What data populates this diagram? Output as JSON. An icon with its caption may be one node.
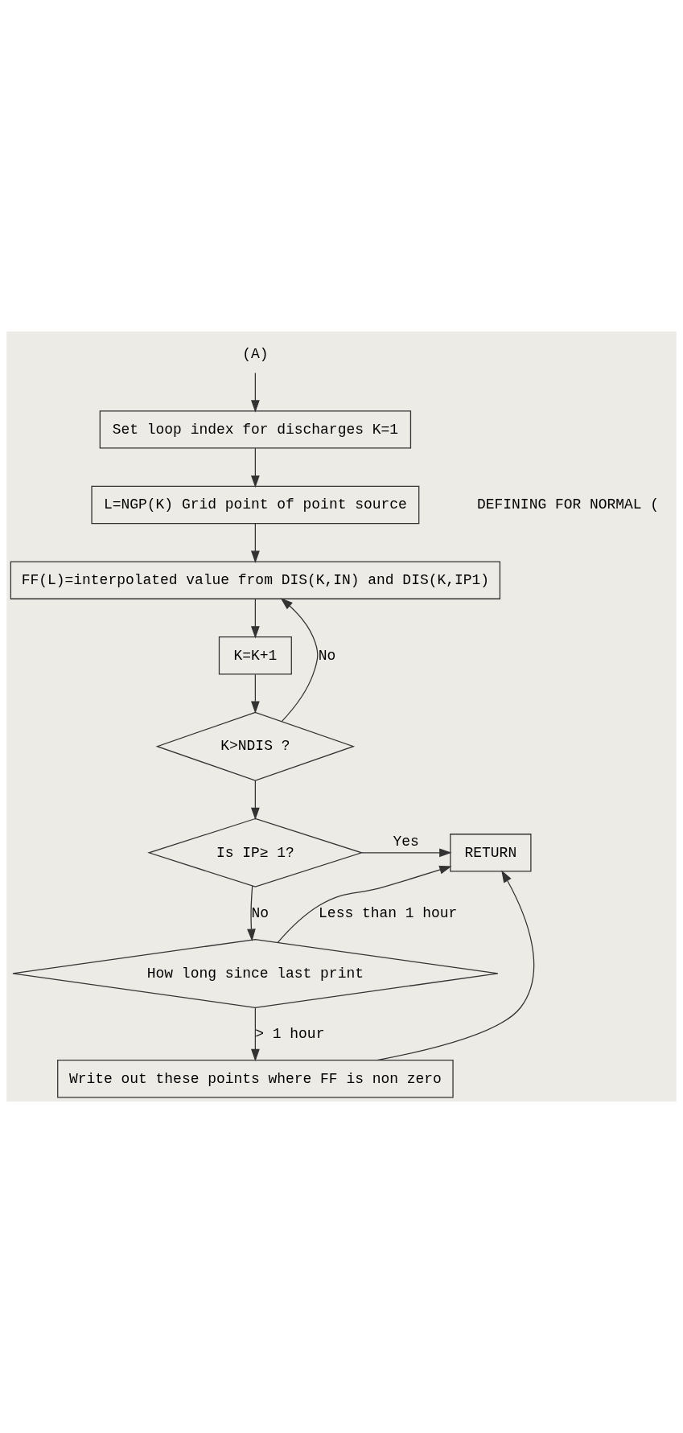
{
  "diagram": {
    "nodes": [
      {
        "text": [
          "(A)"
        ]
      },
      {
        "text": [
          "Set loop index for discharges K=1"
        ]
      },
      {
        "text": [
          "L=NGP(K) Grid point of point source"
        ]
      },
      {
        "text": [
          "FF(L)=interpolated value from DIS(K,IN) and DIS(K,IP1)"
        ]
      },
      {
        "text": [
          "K=K+1"
        ]
      },
      {
        "text": [
          "K>NDIS ?"
        ]
      },
      {
        "text": [
          "Is IP≥ 1?"
        ]
      },
      {
        "text": [
          "RETURN"
        ]
      },
      {
        "text": [
          "How long since last print"
        ]
      },
      {
        "text": [
          "Write out these points where FF is non zero"
        ]
      }
    ],
    "edges": [
      {
        "from": 0,
        "to": 1,
        "arrow": "to"
      },
      {
        "from": 1,
        "to": 2,
        "arrow": "to"
      },
      {
        "from": 2,
        "to": 3,
        "arrow": "to"
      },
      {
        "from": 3,
        "to": 4,
        "arrow": "to"
      },
      {
        "from": 4,
        "to": 5,
        "arrow": "to"
      },
      {
        "from": 5,
        "to": 3,
        "arrow": "to",
        "label": "No"
      },
      {
        "from": 5,
        "to": 6,
        "arrow": "to"
      },
      {
        "from": 6,
        "to": 7,
        "arrow": "to",
        "label": "Yes"
      },
      {
        "from": 6,
        "to": 8,
        "arrow": "to",
        "label": "No"
      },
      {
        "from": 8,
        "to": 7,
        "arrow": "to",
        "label": "Less than 1 hour"
      },
      {
        "from": 8,
        "to": 9,
        "arrow": "to",
        "label": "> 1 hour"
      },
      {
        "from": 9,
        "to": 7,
        "arrow": "to"
      }
    ],
    "labels": [
      "DEFINING FOR NORMAL ("
    ]
  }
}
